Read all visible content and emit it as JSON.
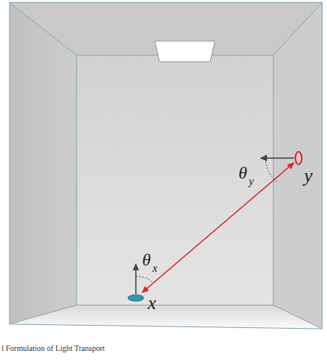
{
  "diagram": {
    "labels": [
      "x",
      "y",
      "θ",
      "x",
      "θ",
      "y",
      "l Formulation of Light Transport"
    ]
  }
}
